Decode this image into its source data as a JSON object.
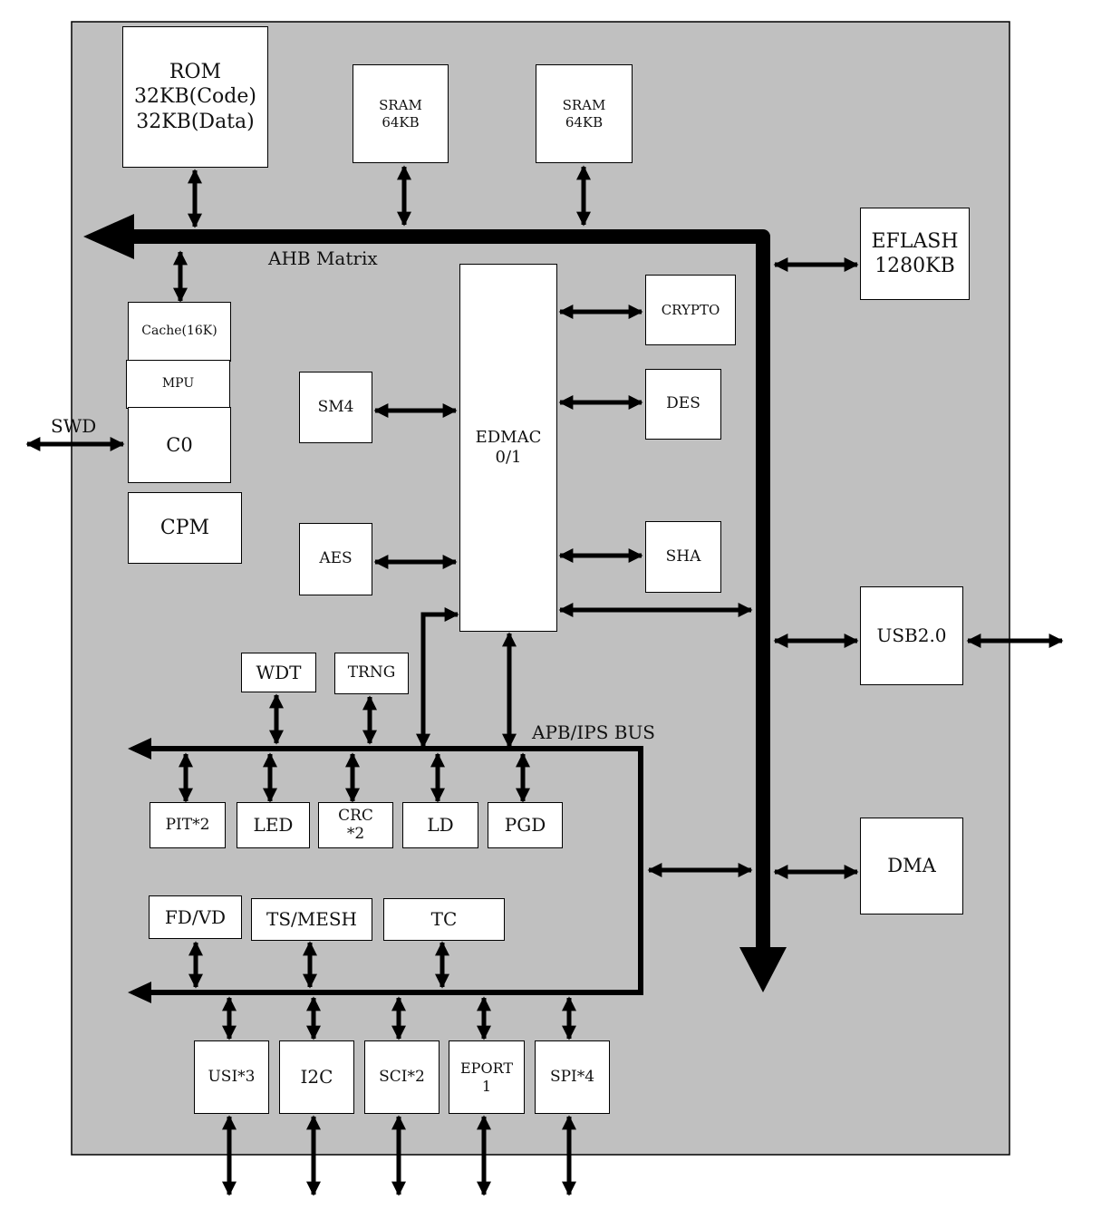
{
  "colors": {
    "background": "#ffffff",
    "chip": "#c0c0c0",
    "stroke": "#000000",
    "block": "#ffffff"
  },
  "blocks": {
    "rom": "ROM\n32KB(Code)\n32KB(Data)",
    "sram1": "SRAM\n64KB",
    "sram2": "SRAM\n64KB",
    "eflash": "EFLASH\n1280KB",
    "cache": "Cache(16K)",
    "mpu": "MPU",
    "c0": "C0",
    "cpm": "CPM",
    "edmac": "EDMAC\n0/1",
    "crypto": "CRYPTO",
    "des": "DES",
    "sm4": "SM4",
    "aes": "AES",
    "sha": "SHA",
    "usb": "USB2.0",
    "dma": "DMA",
    "wdt": "WDT",
    "trng": "TRNG",
    "pit": "PIT*2",
    "led": "LED",
    "crc": "CRC\n*2",
    "ld": "LD",
    "pgd": "PGD",
    "fdvd": "FD/VD",
    "tsmesh": "TS/MESH",
    "tc": "TC",
    "usi": "USI*3",
    "i2c": "I2C",
    "sci": "SCI*2",
    "eport": "EPORT\n1",
    "spi": "SPI*4"
  },
  "labels": {
    "ahb": "AHB Matrix",
    "apb": "APB/IPS BUS",
    "swd": "SWD"
  }
}
